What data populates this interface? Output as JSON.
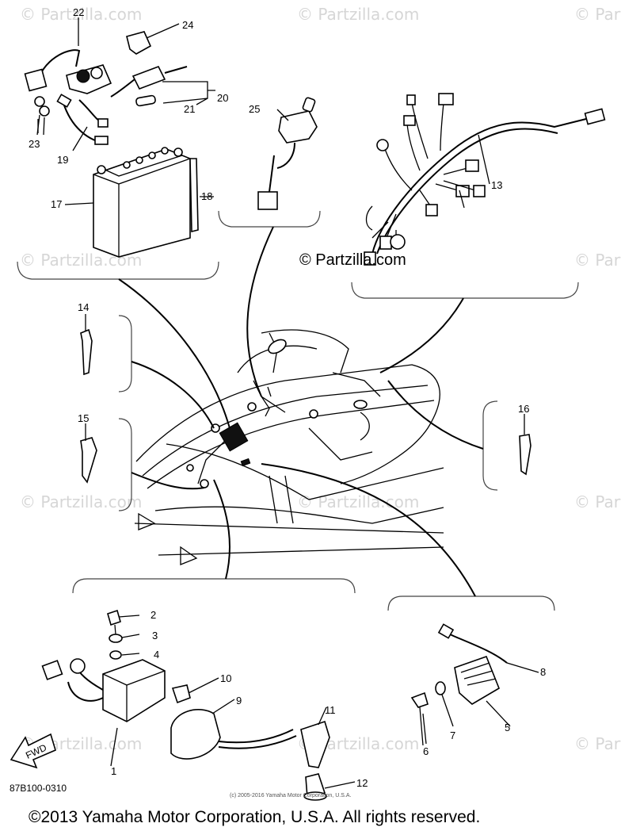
{
  "watermark": "© Partzilla.com",
  "center_watermark": "© Partzilla.com",
  "footer": {
    "copyright": "©2013 Yamaha Motor Corporation, U.S.A. All rights reserved.",
    "small_copyright": "(c) 2005-2016 Yamaha Motor Corporation, U.S.A.",
    "diagram_code": "87B100-0310"
  },
  "direction_label": "FWD",
  "callouts": [
    "1",
    "2",
    "3",
    "4",
    "5",
    "6",
    "7",
    "8",
    "9",
    "10",
    "11",
    "12",
    "13",
    "14",
    "15",
    "16",
    "17",
    "18",
    "19",
    "20",
    "21",
    "22",
    "23",
    "24",
    "25"
  ],
  "colors": {
    "line": "#000000",
    "watermark": "#d6d6d6",
    "background": "#ffffff"
  }
}
